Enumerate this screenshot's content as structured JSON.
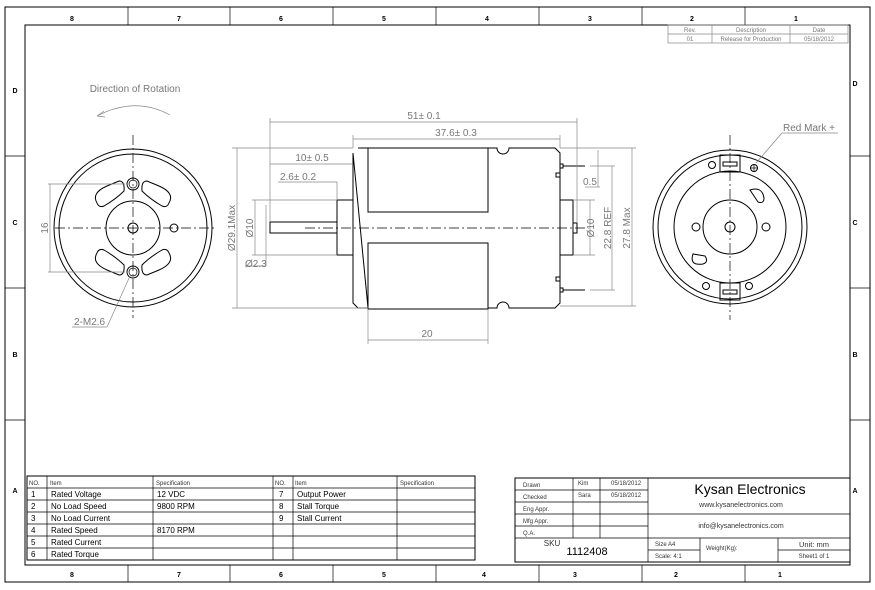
{
  "zones": {
    "columns": [
      "8",
      "7",
      "6",
      "5",
      "4",
      "3",
      "2",
      "1"
    ],
    "rows": [
      "D",
      "C",
      "B",
      "A"
    ]
  },
  "revision": {
    "headers": [
      "Rev.",
      "Description",
      "Date"
    ],
    "rows": [
      [
        "01",
        "Release for Production",
        "05/18/2012"
      ]
    ]
  },
  "annotations": {
    "rotation": "Direction of Rotation",
    "red_mark": "Red Mark +",
    "thread": "2-M2.6",
    "pitch": "16"
  },
  "dimensions": {
    "overall": "51± 0.1",
    "body": "37.6± 0.3",
    "shaft": "10± 0.5",
    "boss": "2.6± 0.2",
    "dia_max": "Ø29.1Max",
    "boss_dia": "Ø10",
    "shaft_dia": "Ø2.3",
    "terminal": "0.5",
    "rear_boss": "Ø10",
    "ref": "22.8 REF",
    "height_max": "27.8 Max",
    "magnet": "20"
  },
  "spec_table": {
    "headers": [
      "NO.",
      "Item",
      "Specification",
      "NO.",
      "Item",
      "Specification"
    ],
    "left": [
      {
        "no": "1",
        "item": "Rated Voltage",
        "spec": "12 VDC"
      },
      {
        "no": "2",
        "item": "No Load Speed",
        "spec": "9800 RPM"
      },
      {
        "no": "3",
        "item": "No Load Current",
        "spec": ""
      },
      {
        "no": "4",
        "item": "Rated Speed",
        "spec": "8170 RPM"
      },
      {
        "no": "5",
        "item": "Rated Current",
        "spec": ""
      },
      {
        "no": "6",
        "item": "Rated Torque",
        "spec": ""
      }
    ],
    "right": [
      {
        "no": "7",
        "item": "Output Power",
        "spec": ""
      },
      {
        "no": "8",
        "item": "Stall Torque",
        "spec": ""
      },
      {
        "no": "9",
        "item": "Stall Current",
        "spec": ""
      }
    ]
  },
  "title_block": {
    "approvals": [
      {
        "role": "Drawn",
        "name": "Kim",
        "date": "05/18/2012"
      },
      {
        "role": "Checked",
        "name": "Sara",
        "date": "05/18/2012"
      },
      {
        "role": "Eng Appr.",
        "name": "",
        "date": ""
      },
      {
        "role": "Mfg Appr.",
        "name": "",
        "date": ""
      },
      {
        "role": "Q.A.",
        "name": "",
        "date": ""
      }
    ],
    "company": "Kysan Electronics",
    "website": "www.kysanelectronics.com",
    "email": "info@kysanelectronics.com",
    "sku_label": "SKU",
    "sku": "1112408",
    "size": "Size A4",
    "scale": "Scale: 4:1",
    "weight": "Weight(Kg):",
    "unit": "Unit: mm",
    "sheet": "Sheet1 of 1"
  }
}
